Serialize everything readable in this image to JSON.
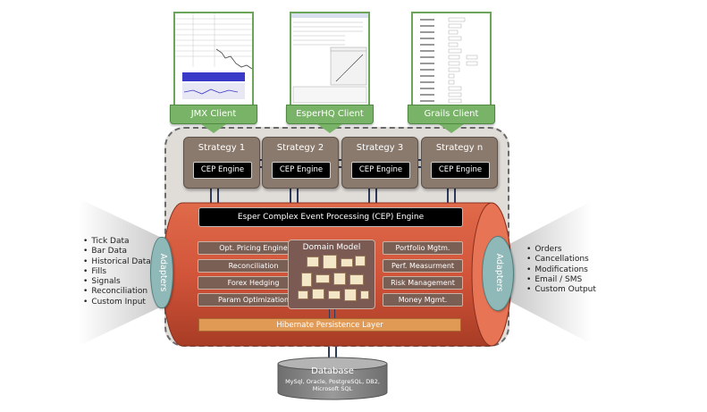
{
  "clients": [
    {
      "label": "JMX Client"
    },
    {
      "label": "EsperHQ Client"
    },
    {
      "label": "Grails Client"
    }
  ],
  "strategies": [
    {
      "title": "Strategy 1",
      "engine": "CEP Engine"
    },
    {
      "title": "Strategy 2",
      "engine": "CEP Engine"
    },
    {
      "title": "Strategy 3",
      "engine": "CEP Engine"
    },
    {
      "title": "Strategy n",
      "engine": "CEP Engine"
    }
  ],
  "core": {
    "cep_engine": "Esper Complex Event Processing (CEP) Engine",
    "left_modules": [
      "Opt. Pricing Engine",
      "Reconciliation",
      "Forex Hedging",
      "Param Optimization"
    ],
    "domain_model": "Domain Model",
    "right_modules": [
      "Portfolio Mgtm.",
      "Perf. Measurment",
      "Risk Management",
      "Money Mgmt."
    ],
    "persistence": "Hibernate Persistence Layer"
  },
  "adapters": {
    "left_label": "Adapters",
    "right_label": "Adapters",
    "inputs": [
      "Tick Data",
      "Bar Data",
      "Historical Data",
      "Fills",
      "Signals",
      "Reconciliation",
      "Custom Input"
    ],
    "outputs": [
      "Orders",
      "Cancellations",
      "Modifications",
      "Email / SMS",
      "Custom Output"
    ]
  },
  "database": {
    "title": "Database",
    "line1": "MySql, Oracle, PostgreSQL, DB2,",
    "line2": "Microsoft SQL"
  },
  "colors": {
    "client_green": "#79b368",
    "strategy_brown": "#8a7a6e",
    "cylinder_red": "#d2553a",
    "module_brown": "#7a5f55",
    "adapter_teal": "#8fb9b8",
    "persistence_orange": "#e09a55",
    "database_gray": "#8c8c8c"
  }
}
